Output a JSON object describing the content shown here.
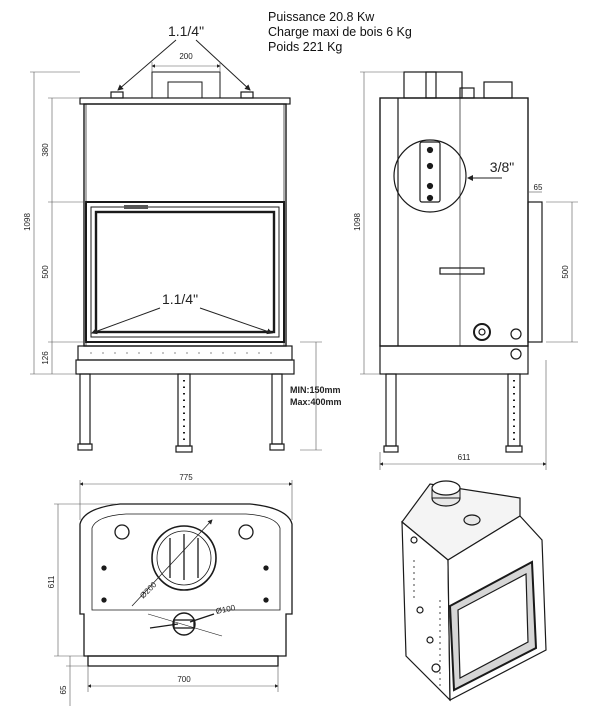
{
  "specs": {
    "power": "Puissance 20.8 Kw",
    "max_wood": "Charge maxi de bois 6 Kg",
    "weight": "Poids 221 Kg"
  },
  "front_view": {
    "pipe_top": "1.1/4\"",
    "pipe_bottom": "1.1/4\"",
    "dim_top_width": "200",
    "dim_height_total": "1098",
    "dim_upper": "380",
    "dim_glass": "500",
    "dim_lower": "126",
    "leg_min": "MIN:150mm",
    "leg_max": "Max:400mm"
  },
  "side_view": {
    "pipe": "3/8\"",
    "dim_height_total": "1098",
    "dim_offset": "65",
    "dim_panel": "500",
    "dim_depth": "611"
  },
  "top_view": {
    "dim_width_top": "775",
    "dim_depth": "611",
    "dim_width_bottom": "700",
    "dim_front": "65",
    "flue_diameter": "Ø200",
    "inlet_diameter": "Ø100"
  },
  "colors": {
    "line": "#1a1a1a",
    "dim": "#555555",
    "shade": "#d6d6d6"
  }
}
